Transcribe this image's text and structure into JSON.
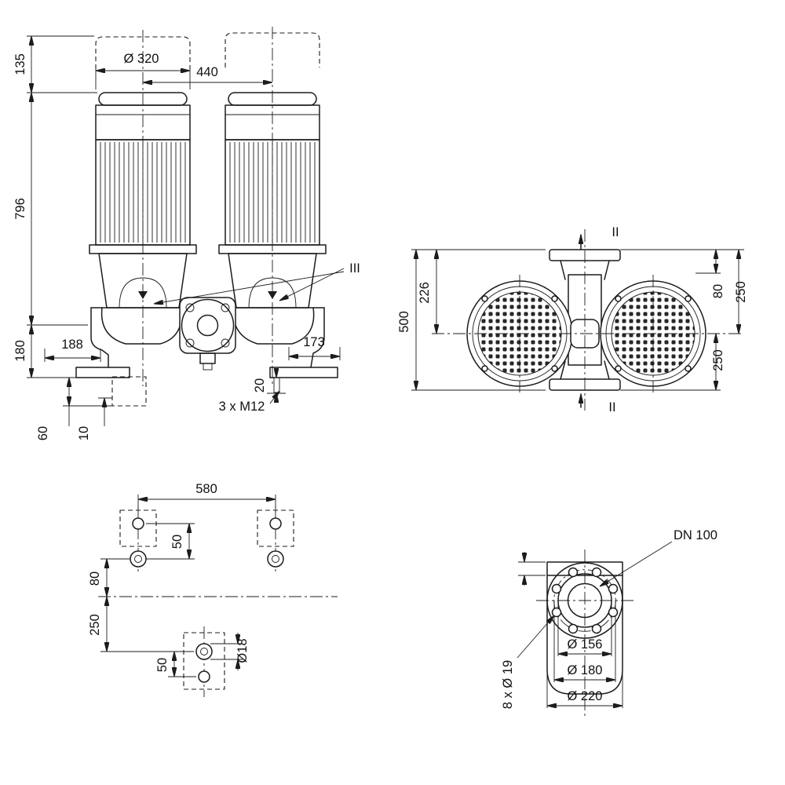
{
  "drawing": {
    "front_view": {
      "dim_135": "135",
      "dim_796": "796",
      "dim_180": "180",
      "dim_dia_320": "Ø 320",
      "dim_440": "440",
      "dim_188": "188",
      "dim_173": "173",
      "dim_20": "20",
      "dim_3xM12": "3 x M12",
      "dim_60": "60",
      "dim_10": "10",
      "section_III": "III"
    },
    "top_view": {
      "dim_226": "226",
      "dim_500": "500",
      "dim_80": "80",
      "dim_250_upper": "250",
      "dim_250_lower": "250",
      "section_II_top": "II",
      "section_II_bottom": "II"
    },
    "foundation_view": {
      "dim_580": "580",
      "dim_50_top": "50",
      "dim_80": "80",
      "dim_250": "250",
      "dim_50_bottom": "50",
      "dim_dia_18": "Ø18"
    },
    "flange_view": {
      "label_dn": "DN 100",
      "dim_dia_156": "Ø 156",
      "dim_dia_180": "Ø 180",
      "dim_dia_220": "Ø 220",
      "dim_bolts": "8 x Ø 19"
    }
  }
}
